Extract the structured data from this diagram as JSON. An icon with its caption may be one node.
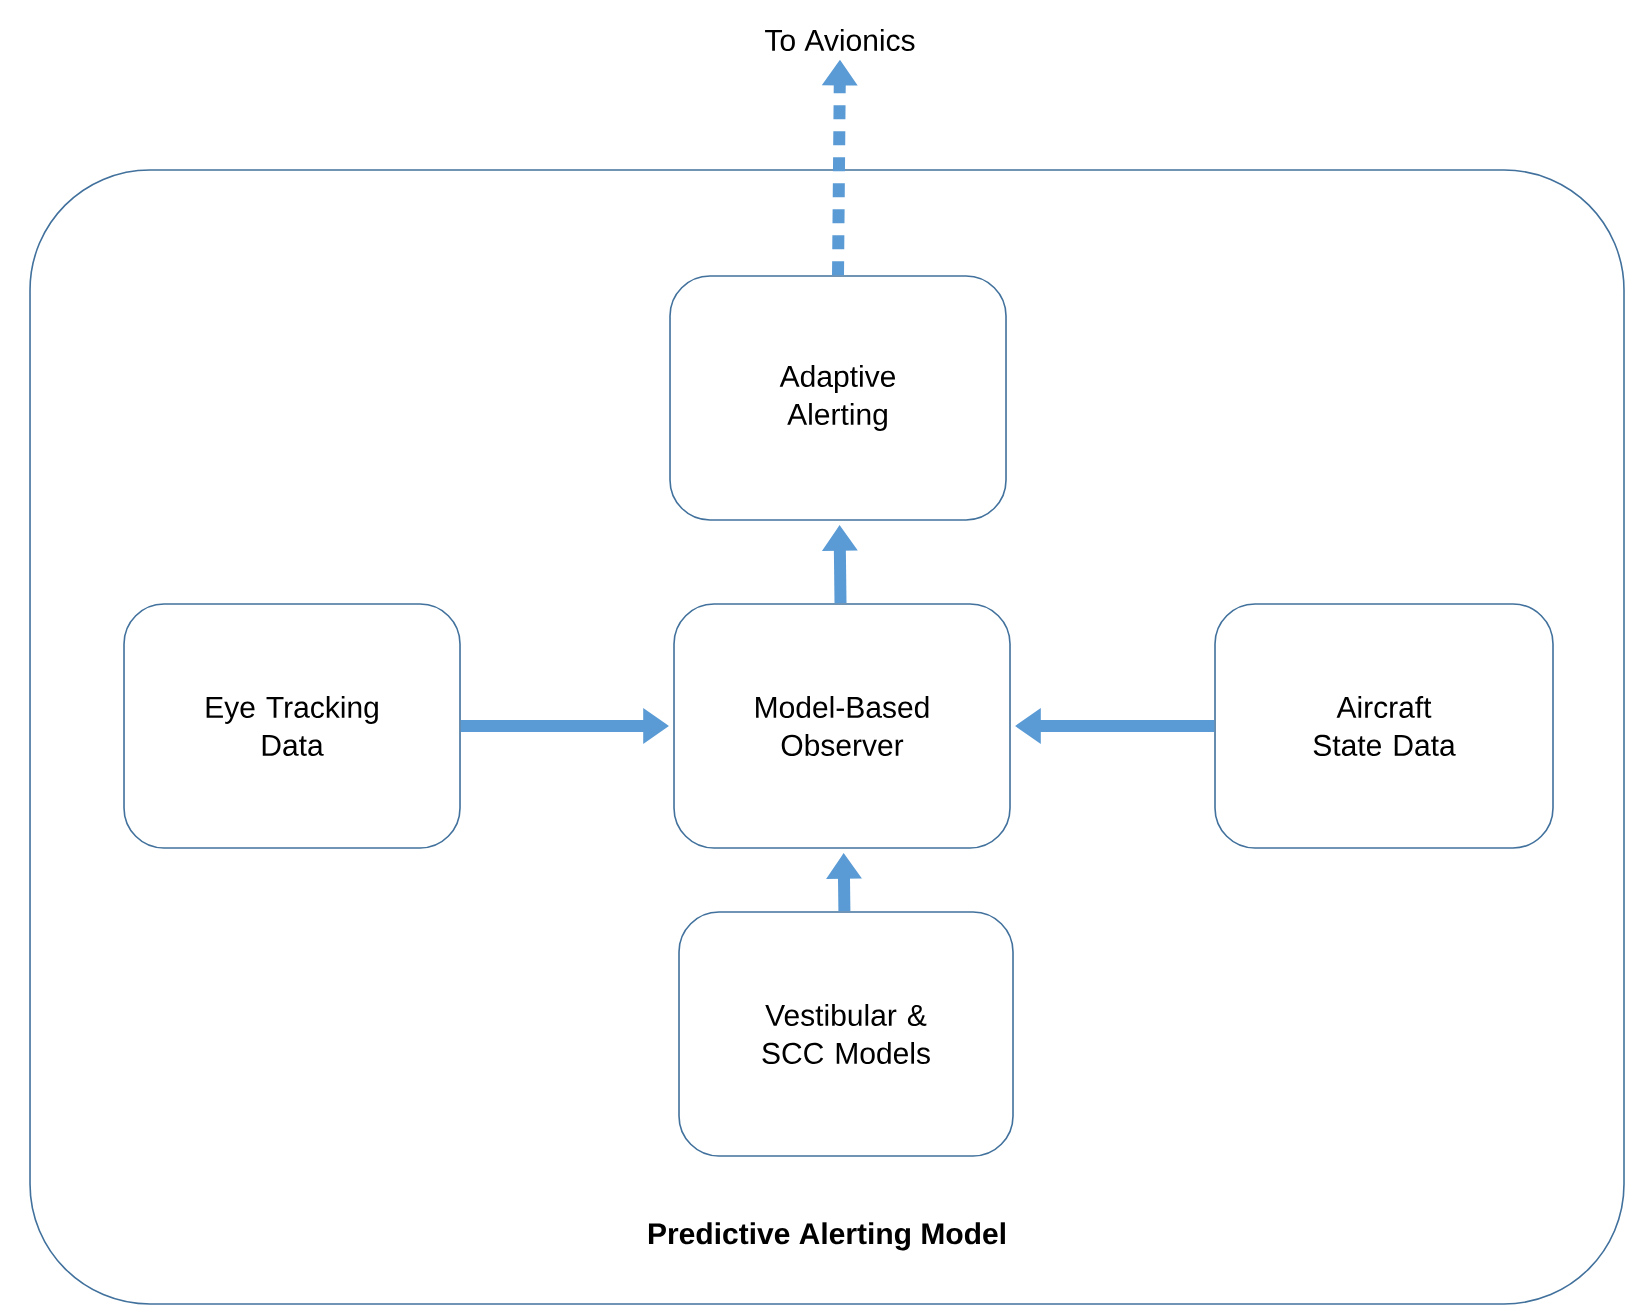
{
  "diagram": {
    "nodes": [
      {
        "text": [
          "Predictive Alerting Model"
        ]
      },
      {
        "text": [
          "Adaptive Alerting"
        ],
        "in": 0
      },
      {
        "text": [
          "Eye Tracking Data"
        ],
        "in": 0
      },
      {
        "text": [
          "Model-Based Observer"
        ],
        "in": 0
      },
      {
        "text": [
          "Aircraft State Data"
        ],
        "in": 0
      },
      {
        "text": [
          "Vestibular & SCC Models"
        ],
        "in": 0
      },
      {
        "text": [
          "To Avionics"
        ]
      }
    ],
    "edges": [
      {
        "from": 1,
        "to": 6,
        "arrow": "to",
        "style": "dashed"
      },
      {
        "from": 3,
        "to": 1,
        "arrow": "to"
      },
      {
        "from": 2,
        "to": 3,
        "arrow": "to"
      },
      {
        "from": 4,
        "to": 3,
        "arrow": "to"
      },
      {
        "from": 5,
        "to": 3,
        "arrow": "to"
      }
    ]
  }
}
